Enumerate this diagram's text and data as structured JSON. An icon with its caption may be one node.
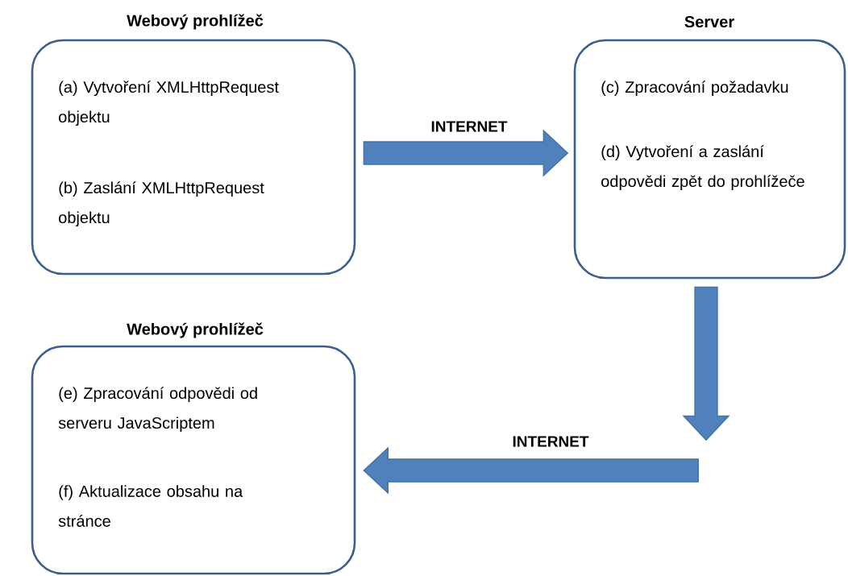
{
  "diagram": {
    "nodes": [
      {
        "text": [
          "Webový prohlížeč",
          "(a) Vytvoření XMLHttpRequest objektu",
          "(b) Zaslání XMLHttpRequest objektu"
        ]
      },
      {
        "text": [
          "Server",
          "(c) Zpracování požadavku",
          "(d) Vytvoření a zaslání odpovědi zpět do prohlížeče"
        ]
      },
      {
        "text": [
          "Webový prohlížeč",
          "(e) Zpracování odpovědi od serveru JavaScriptem",
          "(f) Aktualizace obsahu na stránce"
        ]
      }
    ],
    "edges": [
      {
        "from": 0,
        "to": 1,
        "arrow": "to",
        "label": "INTERNET"
      },
      {
        "from": 1,
        "to": null,
        "arrow": "to"
      },
      {
        "from": null,
        "to": 2,
        "arrow": "to",
        "label": "INTERNET"
      }
    ]
  }
}
